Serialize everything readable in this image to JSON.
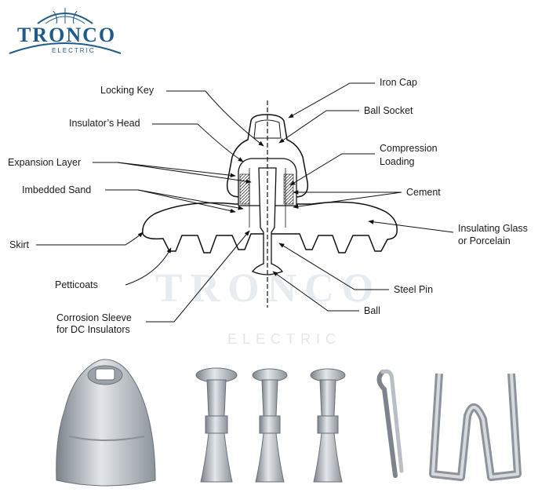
{
  "logo": {
    "name": "TRONCO",
    "sub": "ELECTRIC"
  },
  "watermark": {
    "name": "TRONCO",
    "sub": "ELECTRIC"
  },
  "labels": {
    "locking_key": "Locking Key",
    "insulators_head": "Insulator’s Head",
    "expansion_layer": "Expansion Layer",
    "imbedded_sand": "Imbedded Sand",
    "skirt": "Skirt",
    "petticoats": "Petticoats",
    "corrosion_sleeve_1": "Corrosion Sleeve",
    "corrosion_sleeve_2": "for DC Insulators",
    "iron_cap": "Iron Cap",
    "ball_socket": "Ball Socket",
    "compression_1": "Compression",
    "compression_2": "Loading",
    "cement": "Cement",
    "insulating_1": "Insulating Glass",
    "insulating_2": "or Porcelain",
    "steel_pin": "Steel Pin",
    "ball": "Ball"
  },
  "colors": {
    "brand": "#1f5a8a",
    "metal": "#b8bec4",
    "watermark": "#e9ecef"
  }
}
